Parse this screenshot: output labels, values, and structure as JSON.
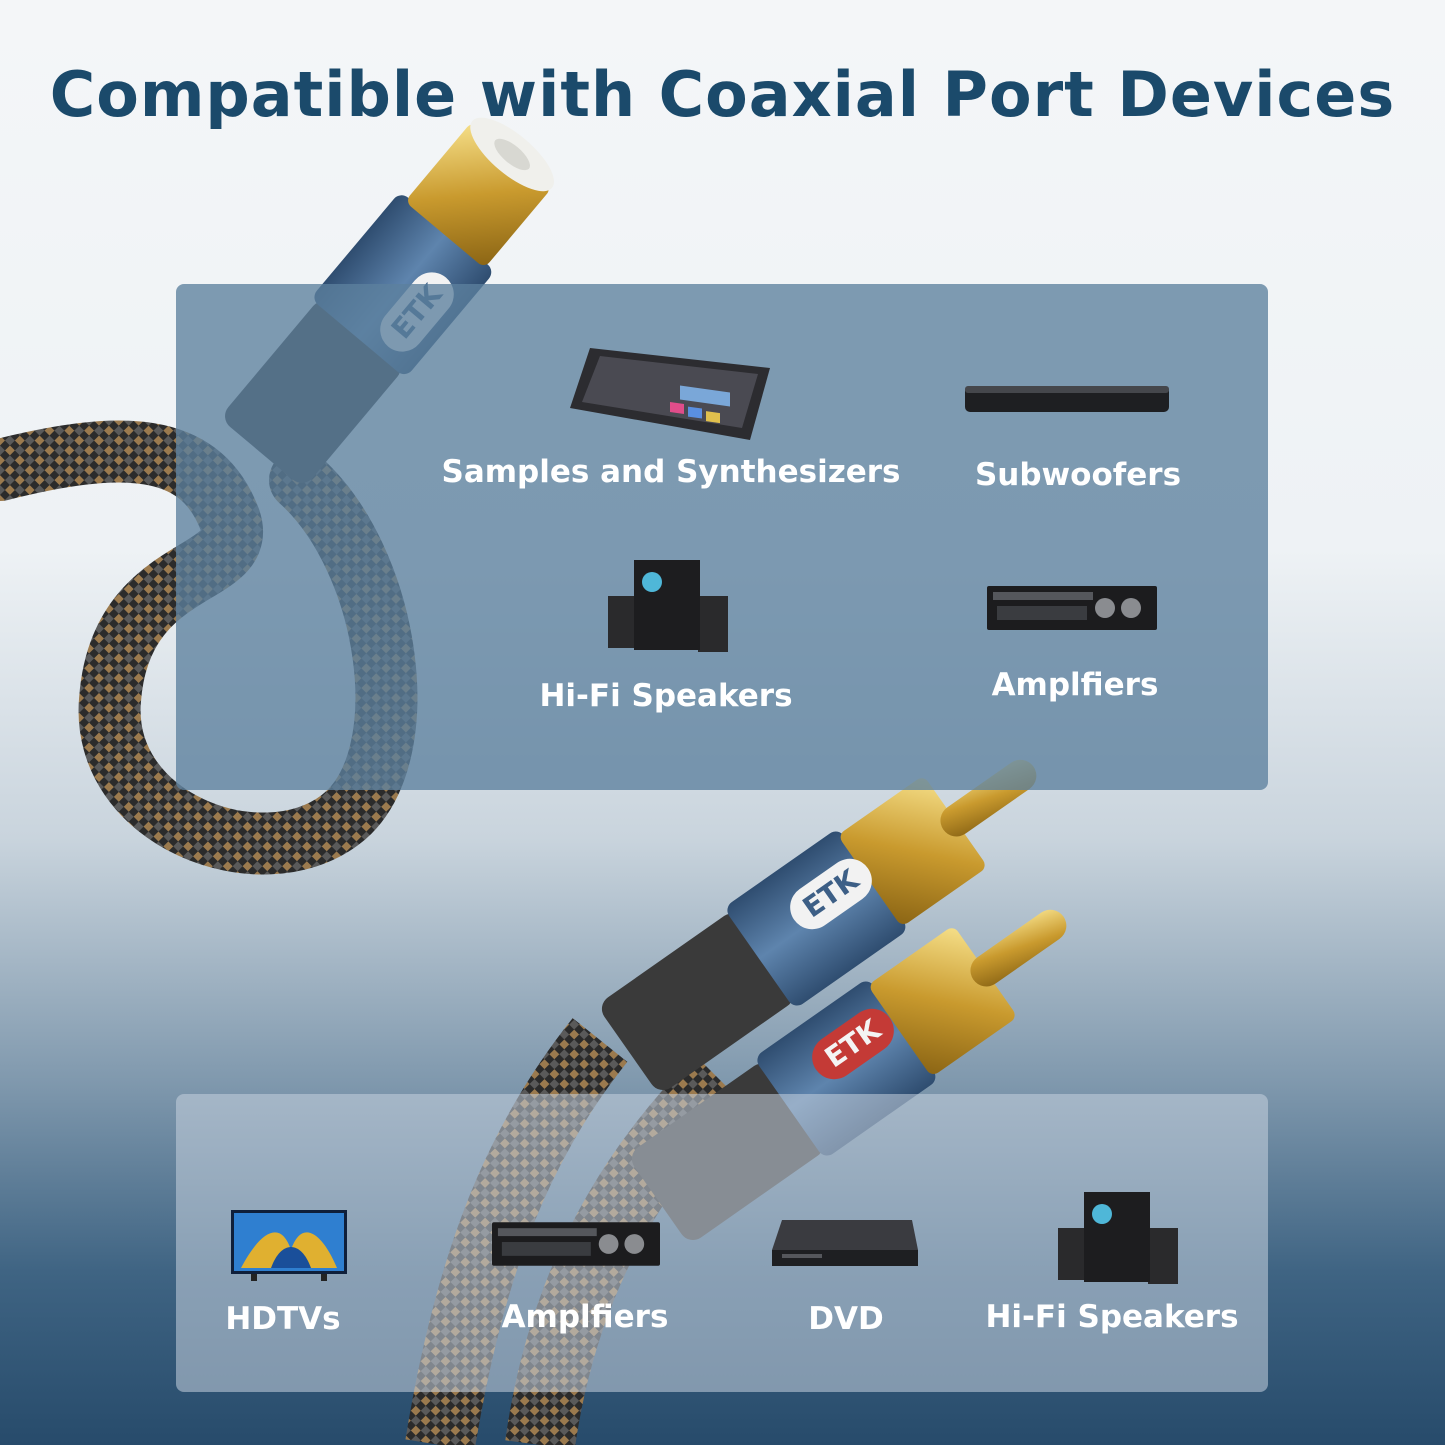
{
  "title": "Compatible with Coaxial Port Devices",
  "brand_mark": "ETK",
  "top_devices": [
    {
      "label": "Samples and Synthesizers",
      "icon": "mixer-console-icon"
    },
    {
      "label": "Subwoofers",
      "icon": "soundbar-icon"
    },
    {
      "label": "Hi-Fi Speakers",
      "icon": "speaker-set-icon"
    },
    {
      "label": "Amplfiers",
      "icon": "amplifier-icon"
    }
  ],
  "bottom_devices": [
    {
      "label": "HDTVs",
      "icon": "tv-icon"
    },
    {
      "label": "Amplfiers",
      "icon": "amplifier-icon"
    },
    {
      "label": "DVD",
      "icon": "dvd-player-icon"
    },
    {
      "label": "Hi-Fi Speakers",
      "icon": "speaker-set-icon"
    }
  ],
  "colors": {
    "title": "#1b4a6b",
    "connector_blue": "#3d5f86",
    "gold": "#d8b040",
    "red_badge": "#c43a36"
  }
}
